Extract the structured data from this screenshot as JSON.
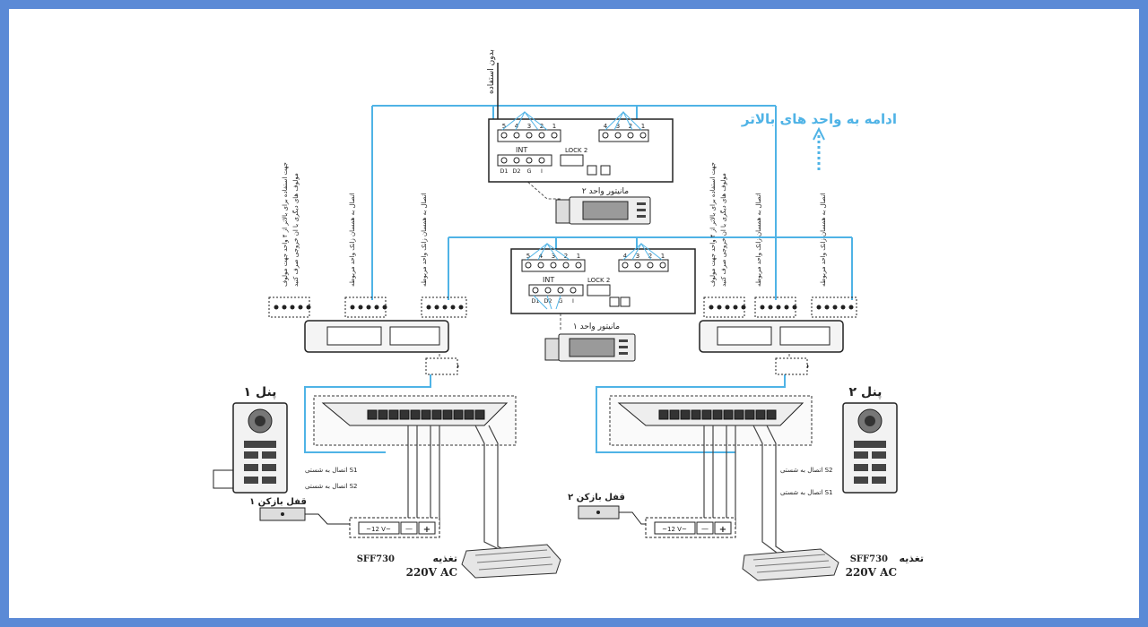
{
  "colors": {
    "frame": "#5b8ad6",
    "wire_blue": "#4fb3e6",
    "line": "#222222",
    "gray": "#8a8a8a"
  },
  "top_label": "بدون استفاده",
  "continue_label": "ادامه به واحد های بالاتر",
  "unit1": {
    "monitor_label": "مانیتور واحد ۱",
    "terminals_a": [
      "5",
      "4",
      "3",
      "2",
      "1"
    ],
    "terminals_b": [
      "4",
      "3",
      "2",
      "1"
    ],
    "int_label": "INT",
    "lock_label": "LOCK 2",
    "bottom_terms": [
      "D1",
      "D2",
      "G",
      "I"
    ]
  },
  "unit2": {
    "monitor_label": "مانیتور واحد ۲",
    "terminals_a": [
      "5",
      "4",
      "3",
      "2",
      "1"
    ],
    "terminals_b": [
      "4",
      "3",
      "2",
      "1"
    ],
    "int_label": "INT",
    "lock_label": "LOCK 2",
    "bottom_terms": [
      "D1",
      "D2",
      "G",
      "I"
    ]
  },
  "left_notes": [
    "جهت استفاده برای بالاتر از ۴ واحد جهت مولوف",
    "مولوف های دیگری با ان خروجی صرف کنید",
    "اتصال به همسان زانک واحد مربوطه",
    "اتصال به همسان زانک واحد مربوطه"
  ],
  "right_notes": [
    "جهت استفاده برای بالاتر از ۴ واحد جهت مولوف",
    "مولوف های دیگری با ان خروجی صرف کنید",
    "اتصال به همسان زانک واحد مربوطه",
    "اتصال به همسان زانک واحد مربوطه"
  ],
  "panel1_label": "پنل ۱",
  "panel2_label": "پنل ۲",
  "lock1_label": "قفل بازکن ۱",
  "lock2_label": "قفل بازکن ۲",
  "panel1_notes": [
    "اتصال به شستی S1",
    "اتصال به شستی S2"
  ],
  "panel2_notes": [
    "اتصال به شستی S2",
    "اتصال به شستی S1"
  ],
  "psu_terms": [
    "~12 V~",
    "—",
    "+"
  ],
  "psu_label": "تغذیه",
  "psu_model": "SFF730",
  "psu_input": "220V AC"
}
